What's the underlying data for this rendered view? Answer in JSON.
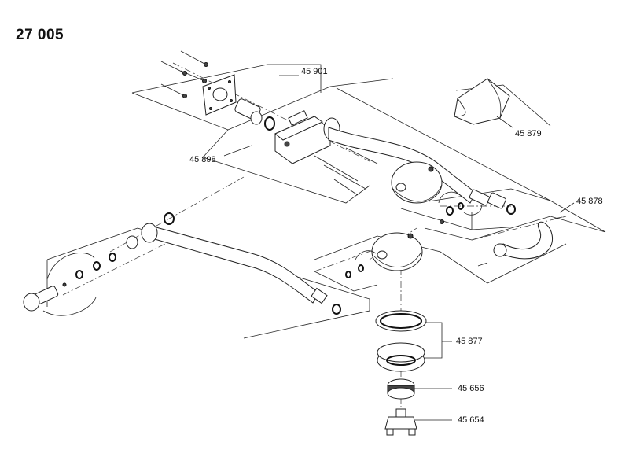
{
  "drawing": {
    "title": "27 005"
  },
  "part_refs": [
    {
      "id": "ref-45901",
      "label": "45 901"
    },
    {
      "id": "ref-45879",
      "label": "45 879"
    },
    {
      "id": "ref-45898",
      "label": "45 898"
    },
    {
      "id": "ref-45878",
      "label": "45 878"
    },
    {
      "id": "ref-45877",
      "label": "45 877"
    },
    {
      "id": "ref-45656",
      "label": "45 656"
    },
    {
      "id": "ref-45654",
      "label": "45 654"
    }
  ],
  "colors": {
    "line": "#222222",
    "background": "#ffffff"
  }
}
